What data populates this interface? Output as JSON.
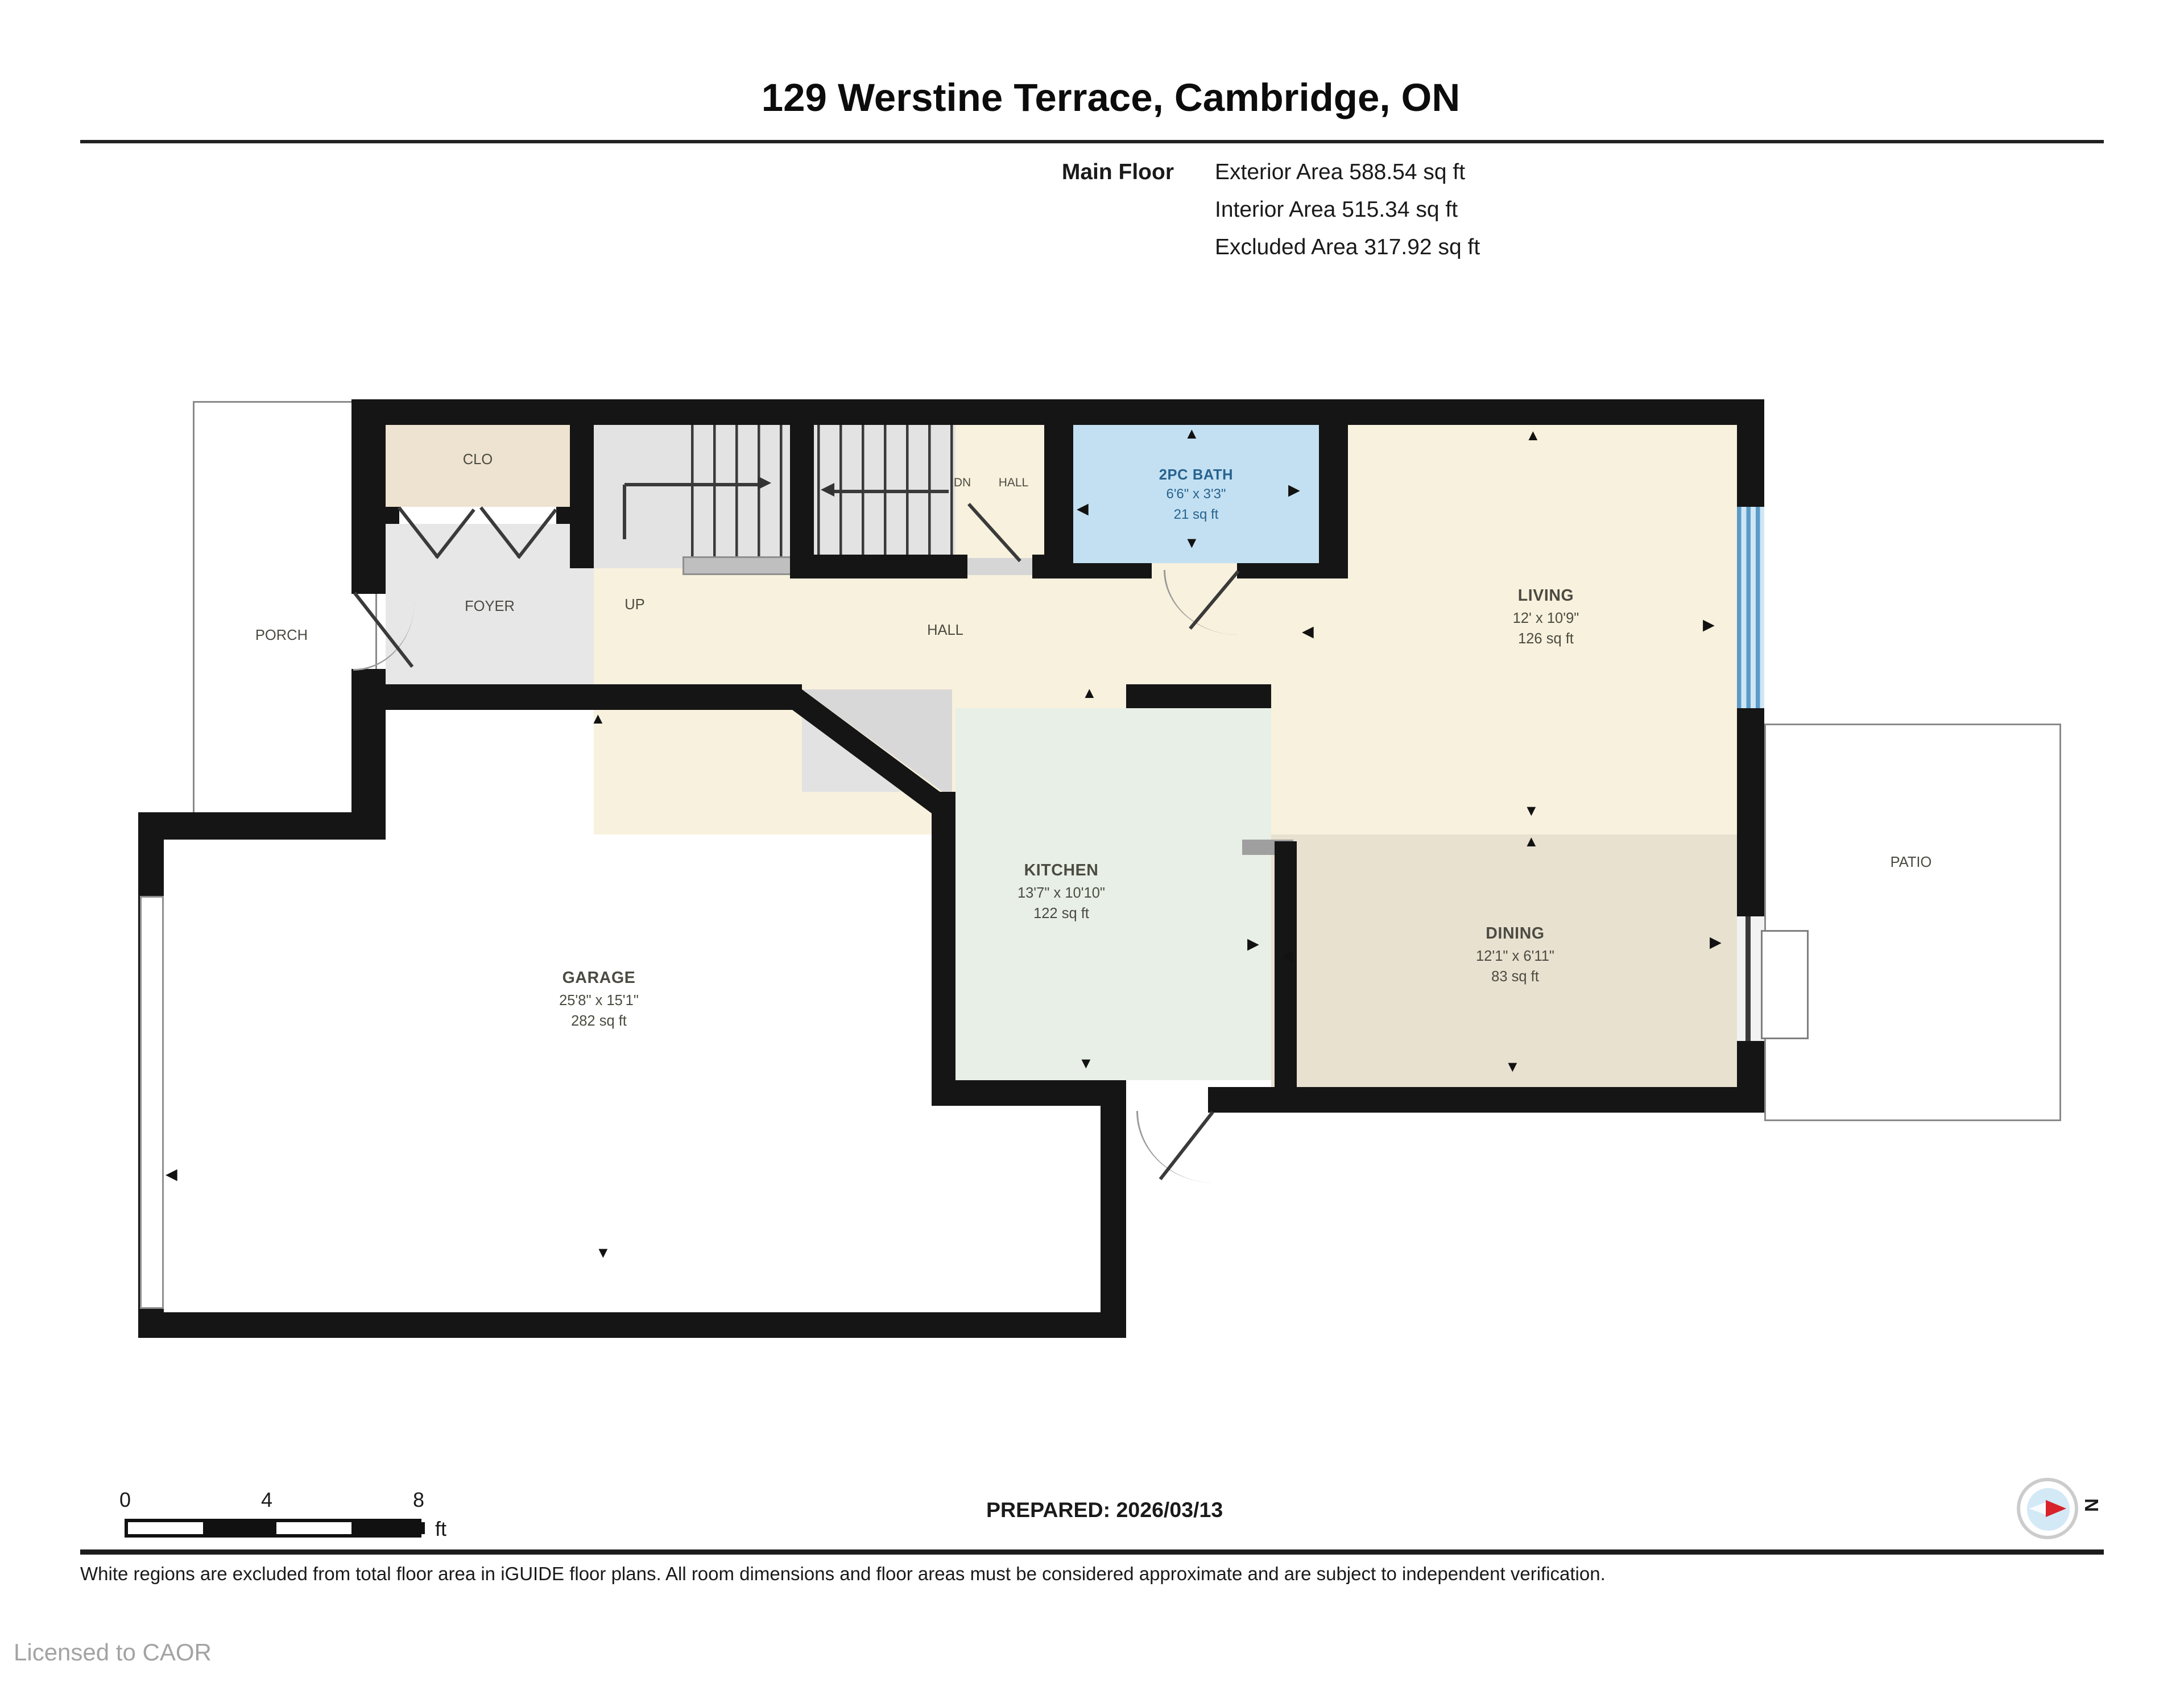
{
  "header": {
    "title": "129 Werstine Terrace, Cambridge, ON",
    "floor_label": "Main Floor",
    "stats": [
      "Exterior Area 588.54 sq ft",
      "Interior Area 515.34 sq ft",
      "Excluded Area 317.92 sq ft"
    ]
  },
  "rooms": {
    "clo": {
      "name": "CLO"
    },
    "foyer": {
      "name": "FOYER"
    },
    "stairs": {
      "up_label": "UP",
      "dn_label": "DN"
    },
    "hall_upper": {
      "name": "HALL"
    },
    "hall": {
      "name": "HALL"
    },
    "bath": {
      "name": "2PC BATH",
      "dims": "6'6\" x 3'3\"",
      "area": "21 sq ft"
    },
    "living": {
      "name": "LIVING",
      "dims": "12' x 10'9\"",
      "area": "126 sq ft"
    },
    "kitchen": {
      "name": "KITCHEN",
      "dims": "13'7\" x 10'10\"",
      "area": "122 sq ft"
    },
    "dining": {
      "name": "DINING",
      "dims": "12'1\" x 6'11\"",
      "area": "83 sq ft"
    },
    "garage": {
      "name": "GARAGE",
      "dims": "25'8\" x 15'1\"",
      "area": "282 sq ft"
    },
    "porch": {
      "name": "PORCH"
    },
    "patio": {
      "name": "PATIO"
    }
  },
  "scale_bar": {
    "start": "0",
    "mid": "4",
    "end": "8",
    "unit": "ft"
  },
  "footer": {
    "prepared": "PREPARED: 2026/03/13",
    "compass_n": "N",
    "disclaimer": "White regions are excluded from total floor area in iGUIDE floor plans. All room dimensions and floor areas must be considered approximate and are subject to independent verification.",
    "license": "Licensed to CAOR"
  },
  "glyphs": {
    "up": "▲",
    "down": "▼",
    "left": "◀",
    "right": "▶"
  },
  "colors": {
    "wall": "#151515",
    "hall_living_fill": "#f8f1dd",
    "kitchen_fill": "#e8efe6",
    "dining_fill": "#e9e1d0",
    "bath_fill": "#c3e0f2",
    "bath_text": "#27638f",
    "closet_fill": "#eee3d0",
    "foyer_fill": "#e7e7e7",
    "window_blue": "#5b9bc9",
    "compass_red": "#d8232a"
  }
}
